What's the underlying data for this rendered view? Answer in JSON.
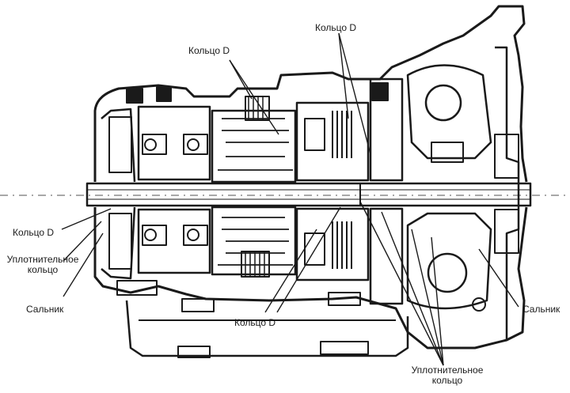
{
  "labels": {
    "top_left_ring": "Кольцо D",
    "top_right_ring": "Кольцо D",
    "left_ring": "Кольцо D",
    "left_seal_line1": "Уплотнительное",
    "left_seal_line2": "кольцо",
    "left_oil_seal": "Сальник",
    "bottom_center_ring": "Кольцо D",
    "right_oil_seal": "Сальник",
    "bottom_seal_line1": "Уплотнительное",
    "bottom_seal_line2": "кольцо"
  },
  "colors": {
    "ink": "#1a1a1a",
    "background": "#ffffff"
  }
}
